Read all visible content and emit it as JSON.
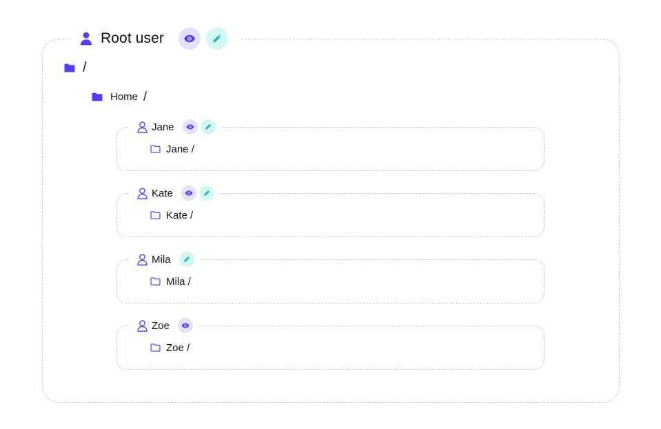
{
  "colors": {
    "accent": "#4f3ff0",
    "view_badge_bg": "#e3e1fb",
    "edit_badge_bg": "#d5f5f3",
    "edit_icon": "#1fb6b0",
    "dashed_border": "#c9c9cf"
  },
  "root": {
    "title": "Root user",
    "permissions": [
      "view",
      "edit"
    ],
    "root_path": "/",
    "home_label": "Home",
    "home_separator": "/"
  },
  "users": [
    {
      "name": "Jane",
      "folder": "Jane /",
      "permissions": [
        "view",
        "edit"
      ]
    },
    {
      "name": "Kate",
      "folder": "Kate /",
      "permissions": [
        "view",
        "edit"
      ]
    },
    {
      "name": "Mila",
      "folder": "Mila /",
      "permissions": [
        "edit"
      ]
    },
    {
      "name": "Zoe",
      "folder": "Zoe /",
      "permissions": [
        "view"
      ]
    }
  ]
}
